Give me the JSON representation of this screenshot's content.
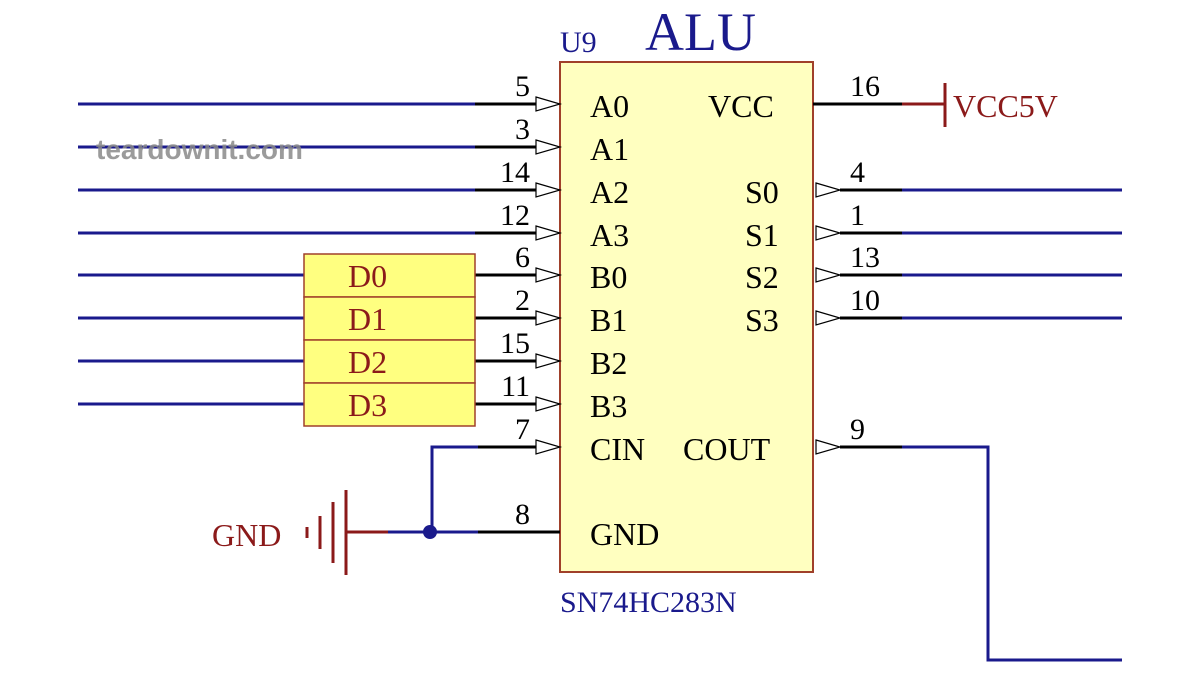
{
  "component": {
    "designator": "U9",
    "title": "ALU",
    "part_number": "SN74HC283N",
    "left_pins": [
      {
        "name": "A0",
        "number": "5"
      },
      {
        "name": "A1",
        "number": "3"
      },
      {
        "name": "A2",
        "number": "14"
      },
      {
        "name": "A3",
        "number": "12"
      },
      {
        "name": "B0",
        "number": "6"
      },
      {
        "name": "B1",
        "number": "2"
      },
      {
        "name": "B2",
        "number": "15"
      },
      {
        "name": "B3",
        "number": "11"
      },
      {
        "name": "CIN",
        "number": "7"
      },
      {
        "name": "GND",
        "number": "8"
      }
    ],
    "right_pins": [
      {
        "name": "VCC",
        "number": "16"
      },
      {
        "name": "S0",
        "number": "4"
      },
      {
        "name": "S1",
        "number": "1"
      },
      {
        "name": "S2",
        "number": "13"
      },
      {
        "name": "S3",
        "number": "10"
      },
      {
        "name": "COUT",
        "number": "9"
      }
    ]
  },
  "data_labels": [
    "D0",
    "D1",
    "D2",
    "D3"
  ],
  "power": {
    "vcc_label": "VCC5V",
    "gnd_label": "GND"
  },
  "watermark": "teardownit.com",
  "colors": {
    "wire": "#1a1a8c",
    "pin": "#000000",
    "power": "#8b1a1a",
    "body_fill": "#ffffc0",
    "body_stroke": "#a0402a",
    "label_fill": "#ffff80",
    "label_text": "#8b1a1a",
    "designator": "#1a1a8c"
  }
}
